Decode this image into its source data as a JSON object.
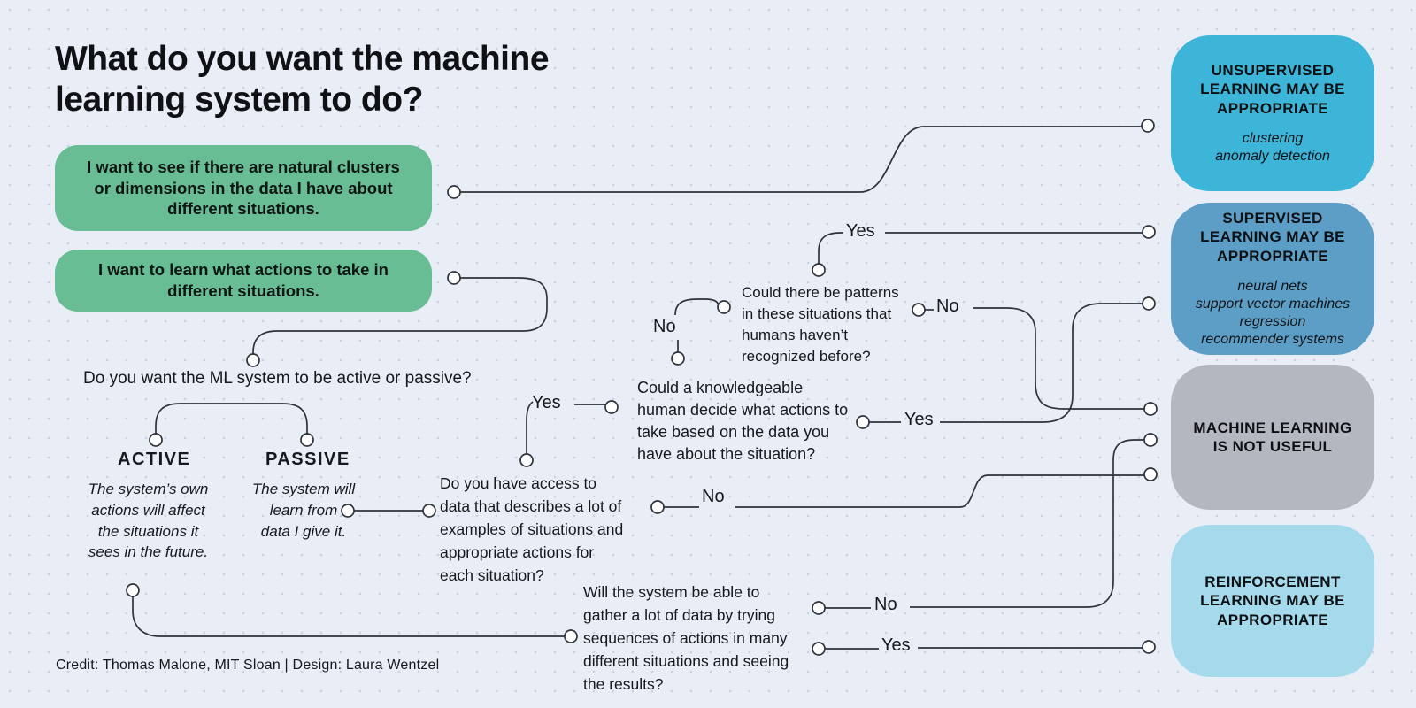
{
  "diagram": {
    "title": "What do you want the machine\nlearning system to do?",
    "credit": "Credit: Thomas Malone, MIT Sloan | Design: Laura Wentzel",
    "start_nodes": [
      {
        "id": "clusters",
        "text": "I want to see if there are natural\nclusters or dimensions in the data I\nhave about different situations."
      },
      {
        "id": "actions",
        "text": "I want to learn what actions to\ntake in different situations."
      }
    ],
    "questions": [
      {
        "id": "active_passive",
        "text": "Do you want the ML system to be active or passive?"
      },
      {
        "id": "access",
        "text": "Do you have access to\ndata that describes a lot of\nexamples of situations and\nappropriate actions for\neach situation?"
      },
      {
        "id": "knowledgeable",
        "text": "Could a knowledgeable\nhuman decide what actions to\ntake based on the data you\nhave about the situation?"
      },
      {
        "id": "patterns",
        "text": "Could there be patterns\nin these situations that\nhumans haven’t\nrecognized before?"
      },
      {
        "id": "gather",
        "text": "Will the system be able to\ngather a lot of data by trying\nsequences of actions in many\ndifferent situations and seeing\nthe results?"
      }
    ],
    "options": {
      "active": {
        "label": "ACTIVE",
        "description": "The system’s own\nactions will affect\nthe situations it\nsees in the future."
      },
      "passive": {
        "label": "PASSIVE",
        "description": "The system will\nlearn from\ndata I give it."
      }
    },
    "outcomes": [
      {
        "id": "unsupervised",
        "title": "UNSUPERVISED\nLEARNING MAY BE\nAPPROPRIATE",
        "methods": [
          "clustering",
          "anomaly detection"
        ],
        "color": "#3db5d8"
      },
      {
        "id": "supervised",
        "title": "SUPERVISED\nLEARNING MAY BE\nAPPROPRIATE",
        "methods": [
          "neural nets",
          "support vector machines",
          "regression",
          "recommender systems"
        ],
        "color": "#5c9ec5"
      },
      {
        "id": "not_useful",
        "title": "MACHINE LEARNING\nIS NOT USEFUL",
        "methods": [],
        "color": "#b4b7c0"
      },
      {
        "id": "reinforcement",
        "title": "REINFORCEMENT\nLEARNING MAY BE\nAPPROPRIATE",
        "methods": [],
        "color": "#a5d9ec"
      }
    ],
    "edge_labels": [
      {
        "id": "access_yes",
        "text": "Yes"
      },
      {
        "id": "knowledgeable_no",
        "text": "No"
      },
      {
        "id": "patterns_yes",
        "text": "Yes"
      },
      {
        "id": "patterns_no",
        "text": "No"
      },
      {
        "id": "knowledgeable_yes",
        "text": "Yes"
      },
      {
        "id": "access_no",
        "text": "No"
      },
      {
        "id": "gather_no",
        "text": "No"
      },
      {
        "id": "gather_yes",
        "text": "Yes"
      }
    ],
    "edges": [
      {
        "from": "clusters",
        "to": "unsupervised",
        "label": ""
      },
      {
        "from": "actions",
        "to": "active_passive",
        "label": ""
      },
      {
        "from": "passive",
        "to": "access",
        "label": ""
      },
      {
        "from": "active",
        "to": "gather",
        "label": ""
      },
      {
        "from": "access",
        "to": "knowledgeable",
        "label": "Yes"
      },
      {
        "from": "access",
        "to": "not_useful",
        "label": "No"
      },
      {
        "from": "knowledgeable",
        "to": "supervised",
        "label": "Yes"
      },
      {
        "from": "knowledgeable",
        "to": "patterns",
        "label": "No"
      },
      {
        "from": "patterns",
        "to": "supervised_area",
        "label": "Yes"
      },
      {
        "from": "patterns",
        "to": "not_useful",
        "label": "No"
      },
      {
        "from": "gather",
        "to": "not_useful",
        "label": "No"
      },
      {
        "from": "gather",
        "to": "reinforcement",
        "label": "Yes"
      }
    ],
    "colors": {
      "background": "#e9eef6",
      "dot": "#cbd3e1",
      "start_node": "#68bd95",
      "line": "#2e333a",
      "text": "#15181c"
    }
  }
}
